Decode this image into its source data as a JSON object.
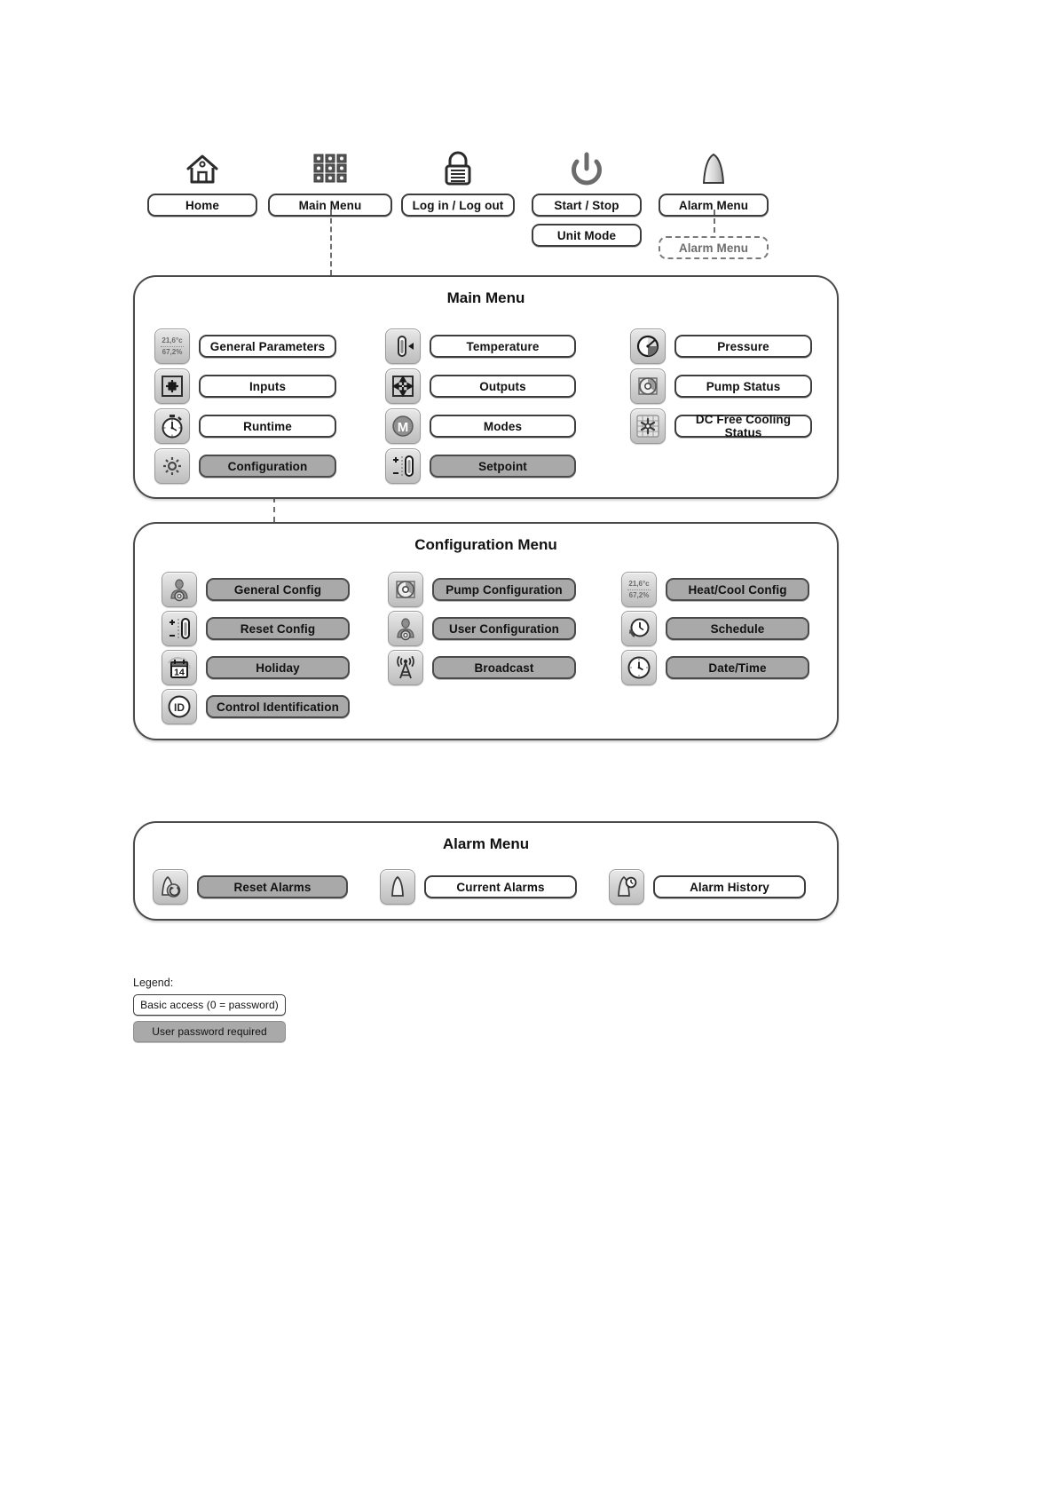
{
  "topnav": {
    "items": [
      {
        "label": "Home",
        "icon": "house-icon",
        "sub": null
      },
      {
        "label": "Main Menu",
        "icon": "menu-grid-icon",
        "sub": null
      },
      {
        "label": "Log in / Log out",
        "icon": "padlock-icon",
        "sub": null
      },
      {
        "label": "Start / Stop",
        "icon": "power-icon",
        "sub": "Unit Mode"
      },
      {
        "label": "Alarm Menu",
        "icon": "bell-icon",
        "sub": null
      }
    ],
    "alarm_ghost_label": "Alarm Menu"
  },
  "main_menu": {
    "title": "Main Menu",
    "columns": [
      {
        "items": [
          {
            "label": "General Parameters",
            "icon": "temp-humidity-display-icon",
            "shaded": false,
            "display": {
              "top": "21,6°c",
              "bottom": "67,2%"
            }
          },
          {
            "label": "Inputs",
            "icon": "inputs-arrows-icon",
            "shaded": false
          },
          {
            "label": "Runtime",
            "icon": "stopwatch-icon",
            "shaded": false
          },
          {
            "label": "Configuration",
            "icon": "gear-icon",
            "shaded": true
          }
        ]
      },
      {
        "items": [
          {
            "label": "Temperature",
            "icon": "thermometer-icon",
            "shaded": false
          },
          {
            "label": "Outputs",
            "icon": "outputs-arrows-icon",
            "shaded": false
          },
          {
            "label": "Modes",
            "icon": "mode-m-icon",
            "shaded": false
          },
          {
            "label": "Setpoint",
            "icon": "setpoint-thermometer-icon",
            "shaded": true
          }
        ]
      },
      {
        "items": [
          {
            "label": "Pressure",
            "icon": "gauge-icon",
            "shaded": false
          },
          {
            "label": "Pump Status",
            "icon": "pump-icon",
            "shaded": false
          },
          {
            "label": "DC Free Cooling Status",
            "icon": "free-cooling-icon",
            "shaded": false
          }
        ]
      }
    ]
  },
  "configuration_menu": {
    "title": "Configuration Menu",
    "columns": [
      {
        "items": [
          {
            "label": "General Config",
            "icon": "user-gear-icon",
            "shaded": true
          },
          {
            "label": "Reset Config",
            "icon": "setpoint-thermometer-icon",
            "shaded": true
          },
          {
            "label": "Holiday",
            "icon": "calendar-icon",
            "shaded": true,
            "display": {
              "day": "14"
            }
          },
          {
            "label": "Control Identification",
            "icon": "id-icon",
            "shaded": true
          }
        ]
      },
      {
        "items": [
          {
            "label": "Pump Configuration",
            "icon": "pump-icon",
            "shaded": true
          },
          {
            "label": "User Configuration",
            "icon": "user-gear-icon",
            "shaded": true
          },
          {
            "label": "Broadcast",
            "icon": "broadcast-antenna-icon",
            "shaded": true
          }
        ]
      },
      {
        "items": [
          {
            "label": "Heat/Cool Config",
            "icon": "temp-humidity-display-icon",
            "shaded": true,
            "display": {
              "top": "21,6°c",
              "bottom": "67,2%"
            }
          },
          {
            "label": "Schedule",
            "icon": "clock-arrow-icon",
            "shaded": true
          },
          {
            "label": "Date/Time",
            "icon": "clock-icon",
            "shaded": true
          }
        ]
      }
    ]
  },
  "alarm_menu": {
    "title": "Alarm Menu",
    "items": [
      {
        "label": "Reset Alarms",
        "icon": "bell-reset-icon",
        "shaded": true
      },
      {
        "label": "Current Alarms",
        "icon": "bell-icon",
        "shaded": false
      },
      {
        "label": "Alarm History",
        "icon": "bell-clock-icon",
        "shaded": false
      }
    ]
  },
  "legend": {
    "title": "Legend:",
    "entries": [
      {
        "label": "Basic access (0 = password)",
        "shaded": false
      },
      {
        "label": "User password required",
        "shaded": true
      }
    ]
  }
}
